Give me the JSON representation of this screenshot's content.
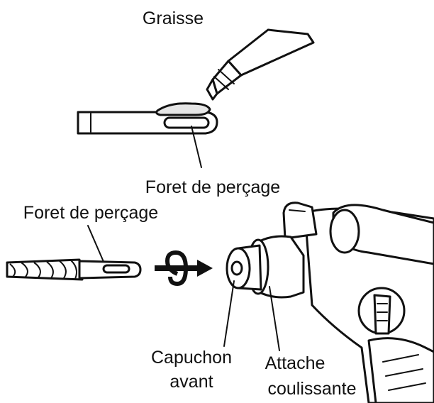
{
  "labels": {
    "grease": "Graisse",
    "drill_bit_top": "Foret de perçage",
    "drill_bit_bottom": "Foret de perçage",
    "front_cap_line1": "Capuchon",
    "front_cap_line2": "avant",
    "sliding_attachment_line1": "Attache",
    "sliding_attachment_line2": "coulissante"
  },
  "icons": {
    "insert_arrow": "rotate-and-insert-arrow-icon"
  },
  "colors": {
    "line": "#111111",
    "background": "#ffffff"
  }
}
